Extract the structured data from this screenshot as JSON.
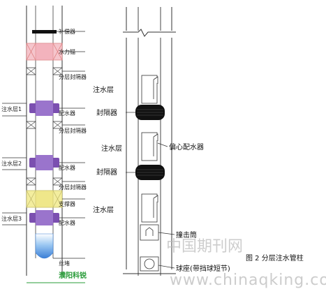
{
  "left_diagram": {
    "labels": {
      "compensator": "补偿器",
      "hydraulic_anchor": "水力锚",
      "layered_packer_1": "分层封隔器",
      "water_injection_layer_1": "注水层1",
      "water_distributor_1": "配水器",
      "layered_packer_2": "分层封隔器",
      "water_injection_layer_2": "注水层2",
      "water_distributor_2": "配水器",
      "layered_packer_3": "分层封隔器",
      "support_device": "支撑器",
      "water_injection_layer_3": "注水层3",
      "water_distributor_3": "配水器",
      "plug": "丝堵",
      "brand": "濮阳科锐"
    }
  },
  "right_diagram": {
    "labels": {
      "water_injection_layer_a": "注水层",
      "packer_a": "封隔器",
      "water_injection_layer_b": "注水层",
      "eccentric_water_distributor": "偏心配水器",
      "packer_b": "封隔器",
      "water_injection_layer_c": "注水层",
      "impact_cylinder": "撞击筒",
      "ball_seat": "球座(带挡球短节)",
      "figure_caption": "图 2   分层注水管柱"
    }
  },
  "watermark": {
    "cn": "中国期刊网",
    "url": "www.chinaqking.com"
  },
  "colors": {
    "compensator_red": "#e8707a",
    "compensator_pink": "#f3b3bd",
    "hydraulic_anchor_pink": "#f5c5cc",
    "distributor_purple": "#7b4fb0",
    "support_yellow": "#f3ed9e",
    "plug_blue": "#5a9be0",
    "brand_green": "#2a9c3a"
  }
}
